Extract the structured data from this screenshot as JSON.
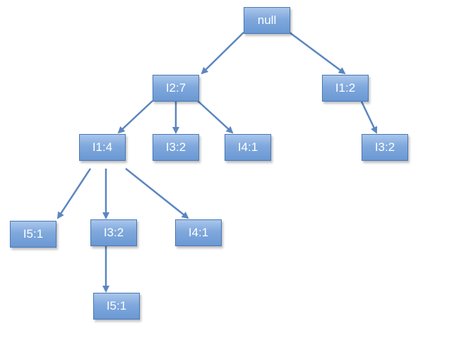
{
  "tree": {
    "root": "null",
    "i2_7": "I2:7",
    "i1_2": "I1:2",
    "i1_4": "I1:4",
    "i3_2_a": "I3:2",
    "i4_1_a": "I4:1",
    "i3_2_b": "I3:2",
    "i5_1_a": "I5:1",
    "i3_2_c": "I3:2",
    "i4_1_b": "I4:1",
    "i5_1_b": "I5:1"
  },
  "colors": {
    "node_fill": "#7fa8dc",
    "node_border": "#4a78b6",
    "edge": "#5b86c0",
    "text": "#ffffff"
  }
}
